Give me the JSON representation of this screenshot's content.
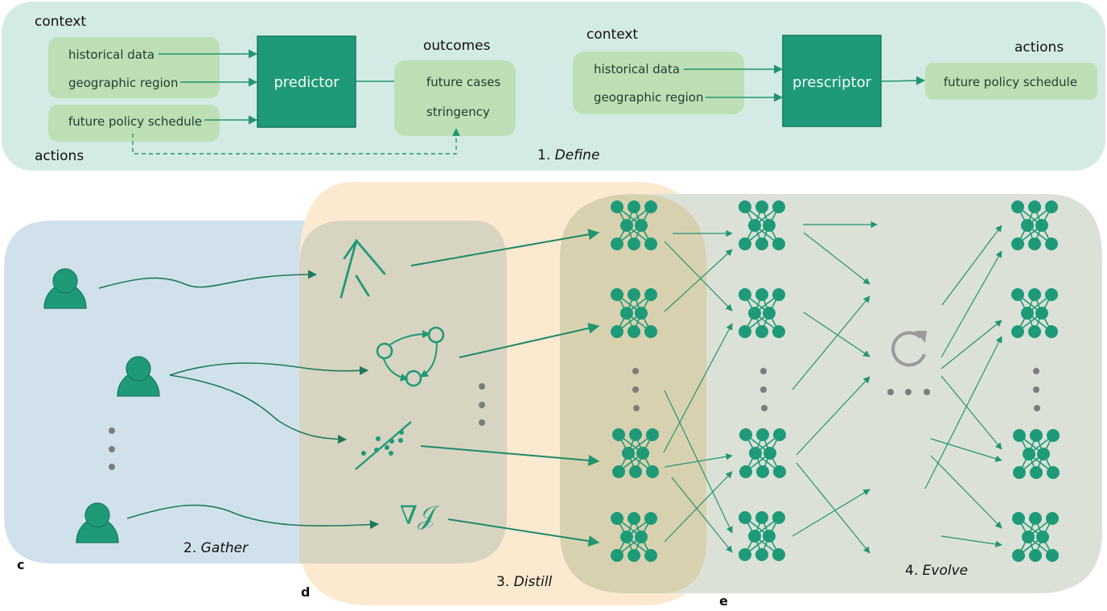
{
  "colors": {
    "define_panel": "#d3ebe4",
    "input_box": "#bedfb5",
    "model_box": "#1e9a78",
    "model_box_border": "#177a5f",
    "arrow": "#22956f",
    "curve": "#1d7a5c",
    "gather_panel": "#d0e1ec",
    "distill_panel": "#fbe9d0",
    "gather_distill_overlap": "#d8d4c2",
    "evolve_panel": "#dbe1d6",
    "distill_evolve_overlap": "#d8d1b0",
    "dots": "#7c7c7c",
    "cycle_icon": "#9a9a9a",
    "icon_green": "#1e9a78"
  },
  "define": {
    "step_number": "1.",
    "step_name": "Define",
    "predictor": {
      "context_label": "context",
      "context_items": [
        "historical data",
        "geographic region"
      ],
      "actions_label": "actions",
      "actions_items": [
        "future policy schedule"
      ],
      "model_label": "predictor",
      "outcomes_label": "outcomes",
      "outcome_items": [
        "future cases",
        "stringency"
      ]
    },
    "prescriptor": {
      "context_label": "context",
      "context_items": [
        "historical data",
        "geographic region"
      ],
      "model_label": "prescriptor",
      "actions_label": "actions",
      "action_items": [
        "future policy schedule"
      ]
    }
  },
  "gather": {
    "step_number": "2.",
    "step_name": "Gather",
    "panel_letter": "c",
    "contributors": [
      "person-icon",
      "person-icon",
      "person-icon"
    ],
    "more_indicator": "vertical-ellipsis"
  },
  "distill": {
    "step_number": "3.",
    "step_name": "Distill",
    "panel_letter": "d",
    "model_types": [
      "decision-tree-icon",
      "graph-icon",
      "regression-icon",
      "gradient-icon"
    ],
    "gradient_symbol": "∇𝒥",
    "more_indicator": "vertical-ellipsis"
  },
  "evolve": {
    "step_number": "4.",
    "step_name": "Evolve",
    "panel_letter": "e",
    "columns": [
      "distilled-networks",
      "population",
      "offspring"
    ],
    "cycle_icon": "refresh-cycle-icon",
    "more_indicator": "horizontal-ellipsis"
  }
}
